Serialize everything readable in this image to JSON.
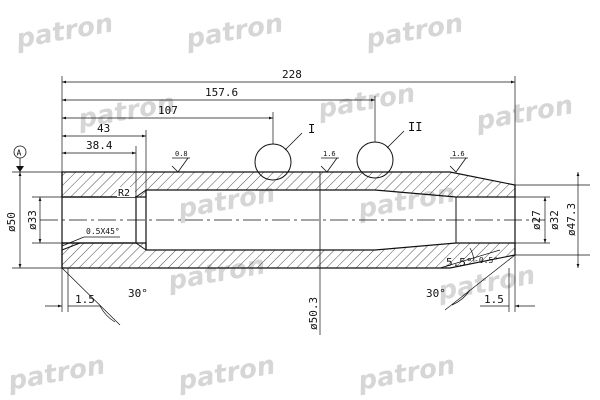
{
  "watermark": "patron",
  "dimensions": {
    "overall_length": "228",
    "length_157_6": "157.6",
    "length_107": "107",
    "length_43": "43",
    "length_38_4": "38.4",
    "dia_50": "ø50",
    "dia_33": "ø33",
    "dia_27": "ø27",
    "dia_32": "ø32",
    "dia_47_3": "ø47.3",
    "dia_50_3": "ø50.3",
    "left_chamfer_len": "1.5",
    "right_chamfer_len": "1.5",
    "left_angle": "30°",
    "right_angle": "30°",
    "taper_angle": "5.5°",
    "taper_tolerance": "-0.5°",
    "chamfer_note": "0.5X45°",
    "radius": "R2"
  },
  "details": {
    "detail_1": "I",
    "detail_2": "II"
  },
  "datum": "A",
  "roughness": {
    "r1": "0.8",
    "r2": "1.6",
    "r3": "1.6"
  }
}
